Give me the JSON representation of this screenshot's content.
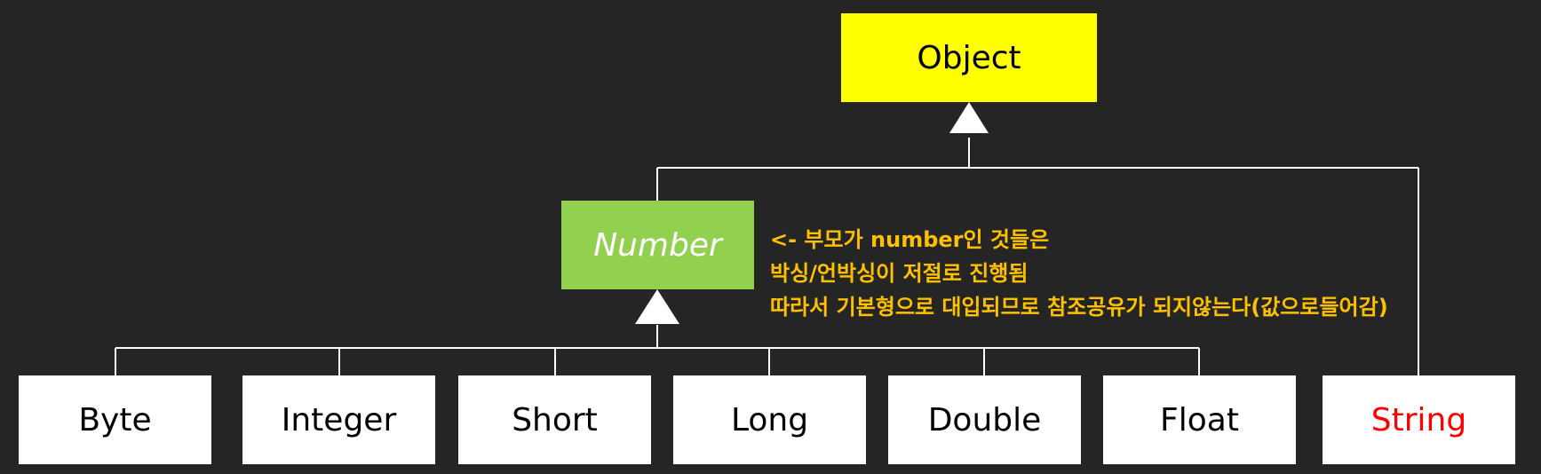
{
  "nodes": {
    "object": "Object",
    "number": "Number",
    "leaves": [
      "Byte",
      "Integer",
      "Short",
      "Long",
      "Double",
      "Float"
    ],
    "string": "String"
  },
  "annotation": {
    "lines": [
      "<- 부모가 number인 것들은",
      "박싱/언박싱이 저절로 진행됨",
      "따라서 기본형으로 대입되므로 참조공유가 되지않는다(값으로들어감)"
    ]
  },
  "colors": {
    "background": "#252525",
    "object_fill": "#ffff00",
    "number_fill": "#92d050",
    "leaf_fill": "#ffffff",
    "string_text": "#ff0000",
    "annotation_text": "#ffc000",
    "connector": "#ffffff"
  }
}
